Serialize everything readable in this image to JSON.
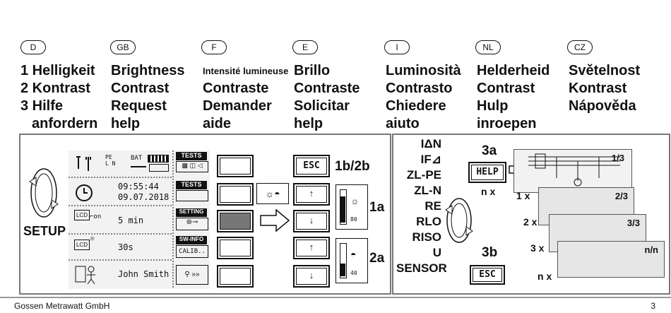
{
  "languages": [
    {
      "code": "D",
      "lines": [
        "1 Helligkeit",
        "2 Kontrast",
        "3 Hilfe",
        "anfordern"
      ]
    },
    {
      "code": "GB",
      "lines": [
        "Brightness",
        "Contrast",
        "Request",
        "help"
      ]
    },
    {
      "code": "F",
      "lines": [
        "Intensité lumineuse",
        "Contraste",
        "Demander",
        "aide"
      ]
    },
    {
      "code": "E",
      "lines": [
        "Brillo",
        "Contraste",
        "Solicitar",
        "help"
      ]
    },
    {
      "code": "I",
      "lines": [
        "Luminosità",
        "Contrasto",
        "Chiedere",
        "aiuto"
      ]
    },
    {
      "code": "NL",
      "lines": [
        "Helderheid",
        "Contrast",
        "Hulp",
        "inroepen"
      ]
    },
    {
      "code": "CZ",
      "lines": [
        "Světelnost",
        "Kontrast",
        "Nápověda",
        ""
      ]
    }
  ],
  "left_panel": {
    "setup_label": "SETUP",
    "lcd": {
      "bat_label": "BAT",
      "time": "09:55:44",
      "date": "09.07.2018",
      "timeout_1": "5 min",
      "timeout_2": "30s",
      "user": "John Smith"
    },
    "softkeys": [
      "TESTS",
      "TESTS",
      "SETTING",
      "SW-INFO"
    ],
    "softkey_sub": "CALIB..",
    "buttons": {
      "esc": "ESC"
    },
    "callouts": {
      "c1b2b": "1b/2b",
      "c1a": "1a",
      "c2a": "2a"
    },
    "slider_values": {
      "brightness": "80",
      "contrast": "40"
    }
  },
  "right_panel": {
    "menu": [
      "IΔN",
      "IF⊿",
      "ZL-PE",
      "ZL-N",
      "RE",
      "RLO",
      "RISO",
      "U",
      "SENSOR"
    ],
    "callouts": {
      "c3a": "3a",
      "c3b": "3b"
    },
    "help_button": "HELP",
    "esc_button": "ESC",
    "nx": "n x",
    "pages": [
      {
        "label": "1/3",
        "mult": "1 x"
      },
      {
        "label": "2/3",
        "mult": "2 x"
      },
      {
        "label": "3/3",
        "mult": "3 x"
      },
      {
        "label": "n/n",
        "mult": "n x"
      }
    ]
  },
  "footer": {
    "company": "Gossen Metrawatt GmbH",
    "page": "3"
  }
}
